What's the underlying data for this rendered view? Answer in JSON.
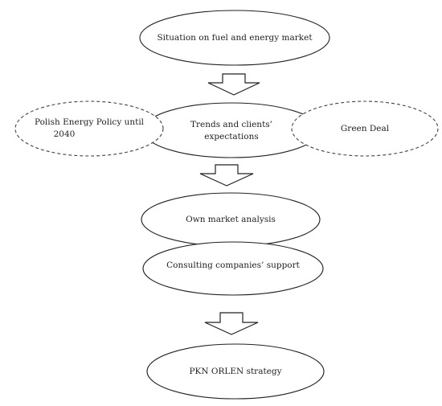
{
  "nodes": {
    "situation": "Situation on fuel and energy market",
    "trends_line1": "Trends and clients’",
    "trends_line2": "expectations",
    "polish_line1": "Polish Energy Policy until",
    "polish_line2": "2040",
    "green_deal": "Green Deal",
    "own_analysis": "Own market analysis",
    "consulting": "Consulting companies’ support",
    "strategy": "PKN ORLEN strategy"
  }
}
